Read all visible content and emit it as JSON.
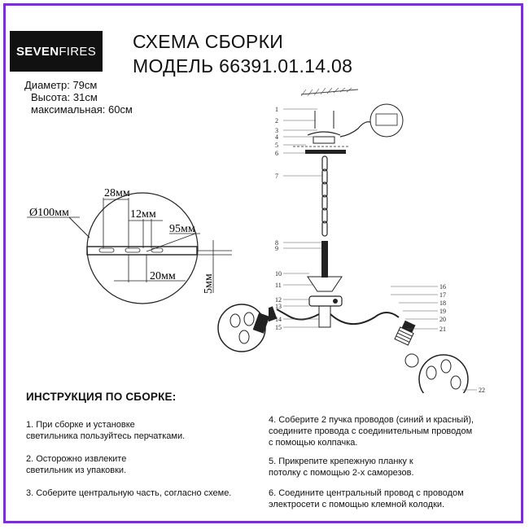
{
  "logo": {
    "bold": "SEVEN",
    "thin": "FIRES"
  },
  "title": {
    "line1": "СХЕМА СБОРКИ",
    "line2": "МОДЕЛЬ 66391.01.14.08"
  },
  "dimensions": {
    "diameter": "Диаметр: 79см",
    "height": "Высота: 31см",
    "max": "максимальная: 60см"
  },
  "detail": {
    "d100": "Ø100мм",
    "d28": "28мм",
    "d12": "12мм",
    "d95": "95мм",
    "d20": "20мм",
    "d5": "5мм"
  },
  "part_numbers": [
    "1",
    "2",
    "3",
    "4",
    "5",
    "6",
    "7",
    "8",
    "9",
    "10",
    "11",
    "12",
    "13",
    "14",
    "15",
    "16",
    "17",
    "18",
    "19",
    "20",
    "21",
    "22"
  ],
  "instructions": {
    "header": "ИНСТРУКЦИЯ ПО СБОРКЕ:",
    "step1": "1. При сборке и установке\nсветильника пользуйтесь перчатками.",
    "step2": "2. Осторожно извлеките\nсветильник из упаковки.",
    "step3": "3. Соберите центральную часть, согласно схеме.",
    "step4": "4. Соберите 2 пучка проводов (синий и красный),\nсоедините провода с соединительным проводом\nс помощью колпачка.",
    "step5": "5. Прикрепите крепежную планку к\nпотолку с помощью 2-х саморезов.",
    "step6": "6. Соедините центральный провод с проводом\nэлектросети с помощью клемной колодки."
  },
  "colors": {
    "frame": "#7a2fd3",
    "logo_bg": "#111111",
    "text": "#111111"
  }
}
